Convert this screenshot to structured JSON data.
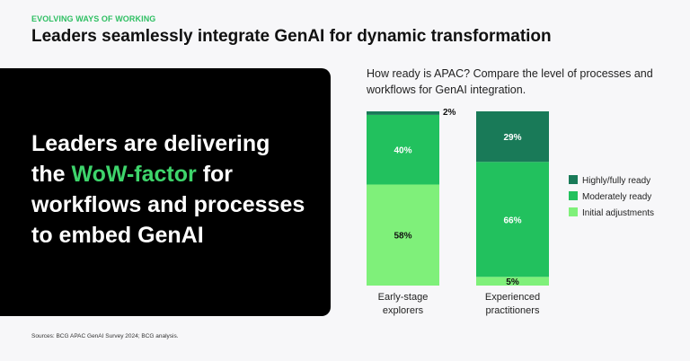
{
  "header": {
    "kicker": "EVOLVING WAYS OF WORKING",
    "title": "Leaders seamlessly integrate GenAI for dynamic transformation"
  },
  "panel": {
    "line1": "Leaders are delivering",
    "line2_pre": "the ",
    "line2_highlight": "WoW-factor",
    "line2_post": " for",
    "line3": "workflows and processes",
    "line4": "to embed GenAI"
  },
  "source": "Sources: BCG APAC GenAI Survey 2024; BCG analysis.",
  "chart_data": {
    "type": "bar",
    "stacked": true,
    "title": "How ready is APAC? Compare the level of processes and workflows for GenAI integration.",
    "categories": [
      "Early-stage explorers",
      "Experienced practitioners"
    ],
    "category_lines": [
      [
        "Early-stage",
        "explorers"
      ],
      [
        "Experienced",
        "practitioners"
      ]
    ],
    "series": [
      {
        "name": "Initial adjustments",
        "color": "#7ff07a",
        "values": [
          58,
          5
        ]
      },
      {
        "name": "Moderately ready",
        "color": "#22c15e",
        "values": [
          40,
          66
        ]
      },
      {
        "name": "Highly/fully ready",
        "color": "#197a58",
        "values": [
          2,
          29
        ]
      }
    ],
    "ylim": [
      0,
      100
    ],
    "legend": "right"
  }
}
